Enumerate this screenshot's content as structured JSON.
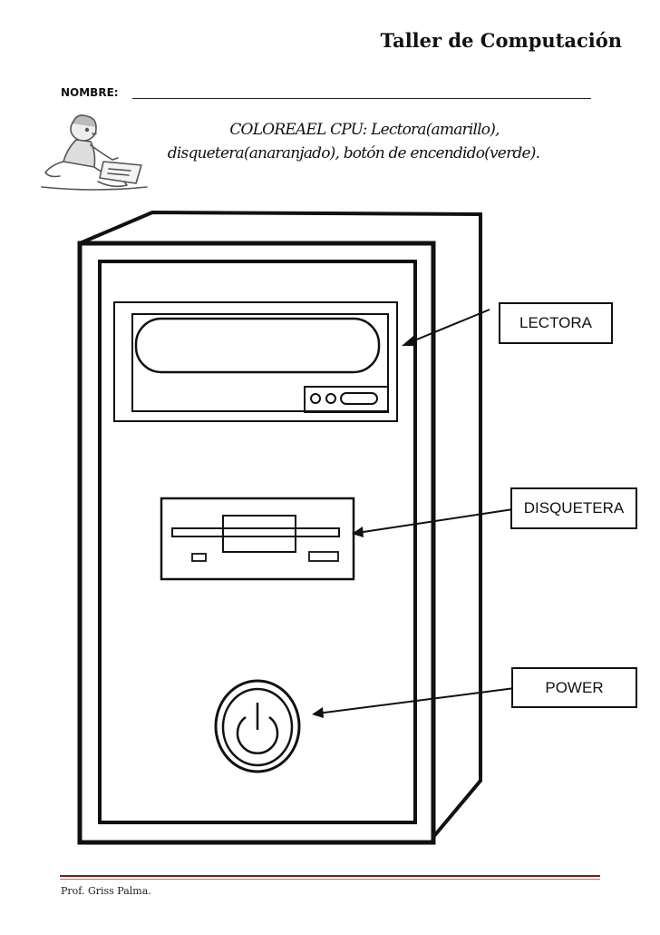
{
  "header": {
    "title": "Taller de Computación"
  },
  "form": {
    "name_label": "NOMBRE:"
  },
  "instructions": {
    "line1": "COLOREAEL CPU: Lectora(amarillo),",
    "line2": "disquetera(anaranjado), botón de encendido(verde)."
  },
  "labels": {
    "lectora": "LECTORA",
    "disquetera": "DISQUETERA",
    "power": "POWER"
  },
  "footer": {
    "author": "Prof. Griss Palma."
  },
  "icons": {
    "kid": "child-drawing-icon",
    "power": "power-icon"
  },
  "colors": {
    "footer_rule": "#7a1f1f"
  }
}
